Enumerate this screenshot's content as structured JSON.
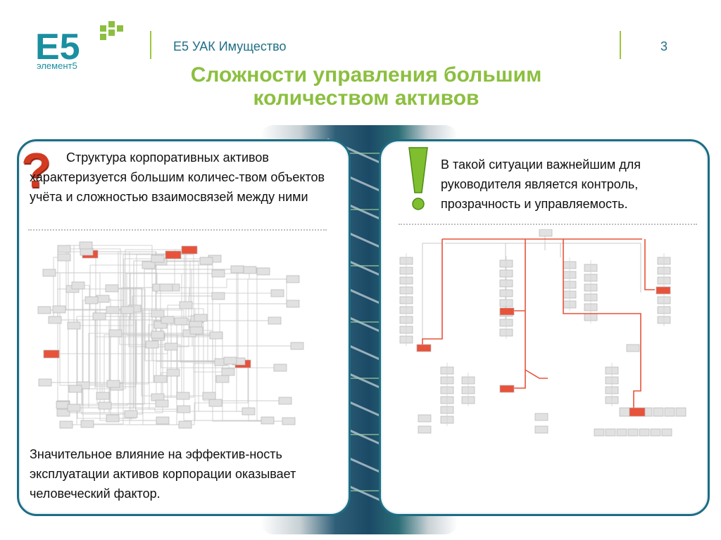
{
  "header": {
    "logo_text": "E5",
    "logo_sub": "элемент5",
    "app_title": "Е5 УАК Имущество",
    "page_number": "3"
  },
  "slide": {
    "title": "Сложности управления большим количеством активов"
  },
  "left_panel": {
    "top_text": "Структура корпоративных активов характеризуется большим количес-твом объектов учёта и сложностью взаимосвязей между ними",
    "bottom_text": "Значительное влияние на эффектив-ность эксплуатации активов корпорации оказывает человеческий фактор."
  },
  "right_panel": {
    "top_text": "В такой ситуации важнейшим для руководителя является контроль, прозрачность и управляемость."
  },
  "colors": {
    "accent_green": "#8cbf3f",
    "accent_teal": "#1d6c84",
    "highlight_red": "#e8523a",
    "node_gray": "#e1e1e1"
  },
  "icons": {
    "left": "question-mark-icon",
    "right": "exclamation-mark-icon"
  }
}
